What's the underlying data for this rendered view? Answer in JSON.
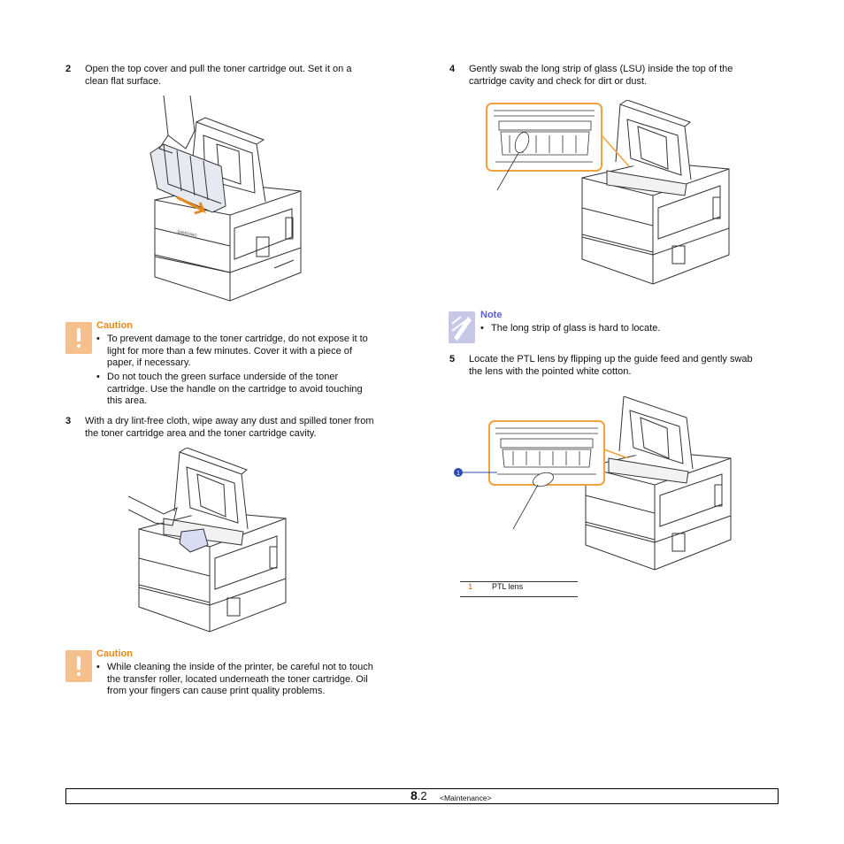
{
  "steps": [
    {
      "num": "2",
      "lines": [
        "Open the top cover and pull the toner cartridge out. Set it on a",
        "clean flat surface."
      ]
    },
    {
      "num": "3",
      "lines": [
        "With a dry lint-free cloth, wipe away any dust and spilled toner from",
        "the toner cartridge area and the toner cartridge cavity."
      ]
    },
    {
      "num": "4",
      "lines": [
        "Gently swab the long strip of glass (LSU) inside the top of the",
        "cartridge cavity and check for dirt or dust."
      ]
    },
    {
      "num": "5",
      "lines": [
        "Locate the PTL lens by flipping up the guide feed and gently swab",
        "the lens with the pointed white cotton."
      ]
    }
  ],
  "caution1": {
    "title": "Caution",
    "bullets": [
      [
        "To prevent damage to the toner cartridge, do not expose it to",
        "light for more than a few minutes. Cover it with a piece of",
        "paper, if necessary."
      ],
      [
        "Do not touch the green surface underside of the toner",
        "cartridge. Use the handle on the cartridge to avoid touching",
        "this area."
      ]
    ]
  },
  "caution2": {
    "title": "Caution",
    "bullets": [
      [
        "While cleaning the inside of the printer, be careful not to touch",
        "the transfer roller, located underneath the toner cartridge. Oil",
        "from your fingers can cause print quality problems."
      ]
    ]
  },
  "note": {
    "title": "Note",
    "bullets": [
      [
        "The long strip of glass is hard to locate."
      ]
    ]
  },
  "bullet_char": "•",
  "callout": {
    "num": "1",
    "label": "PTL lens"
  },
  "printer_brand": "SAMSUNG",
  "footer": {
    "chapter": "8",
    "page": ".2",
    "section": "<Maintenance>"
  },
  "colors": {
    "caution": "#e8891d",
    "note": "#5a5ad6",
    "callout": "#f0a23c"
  }
}
